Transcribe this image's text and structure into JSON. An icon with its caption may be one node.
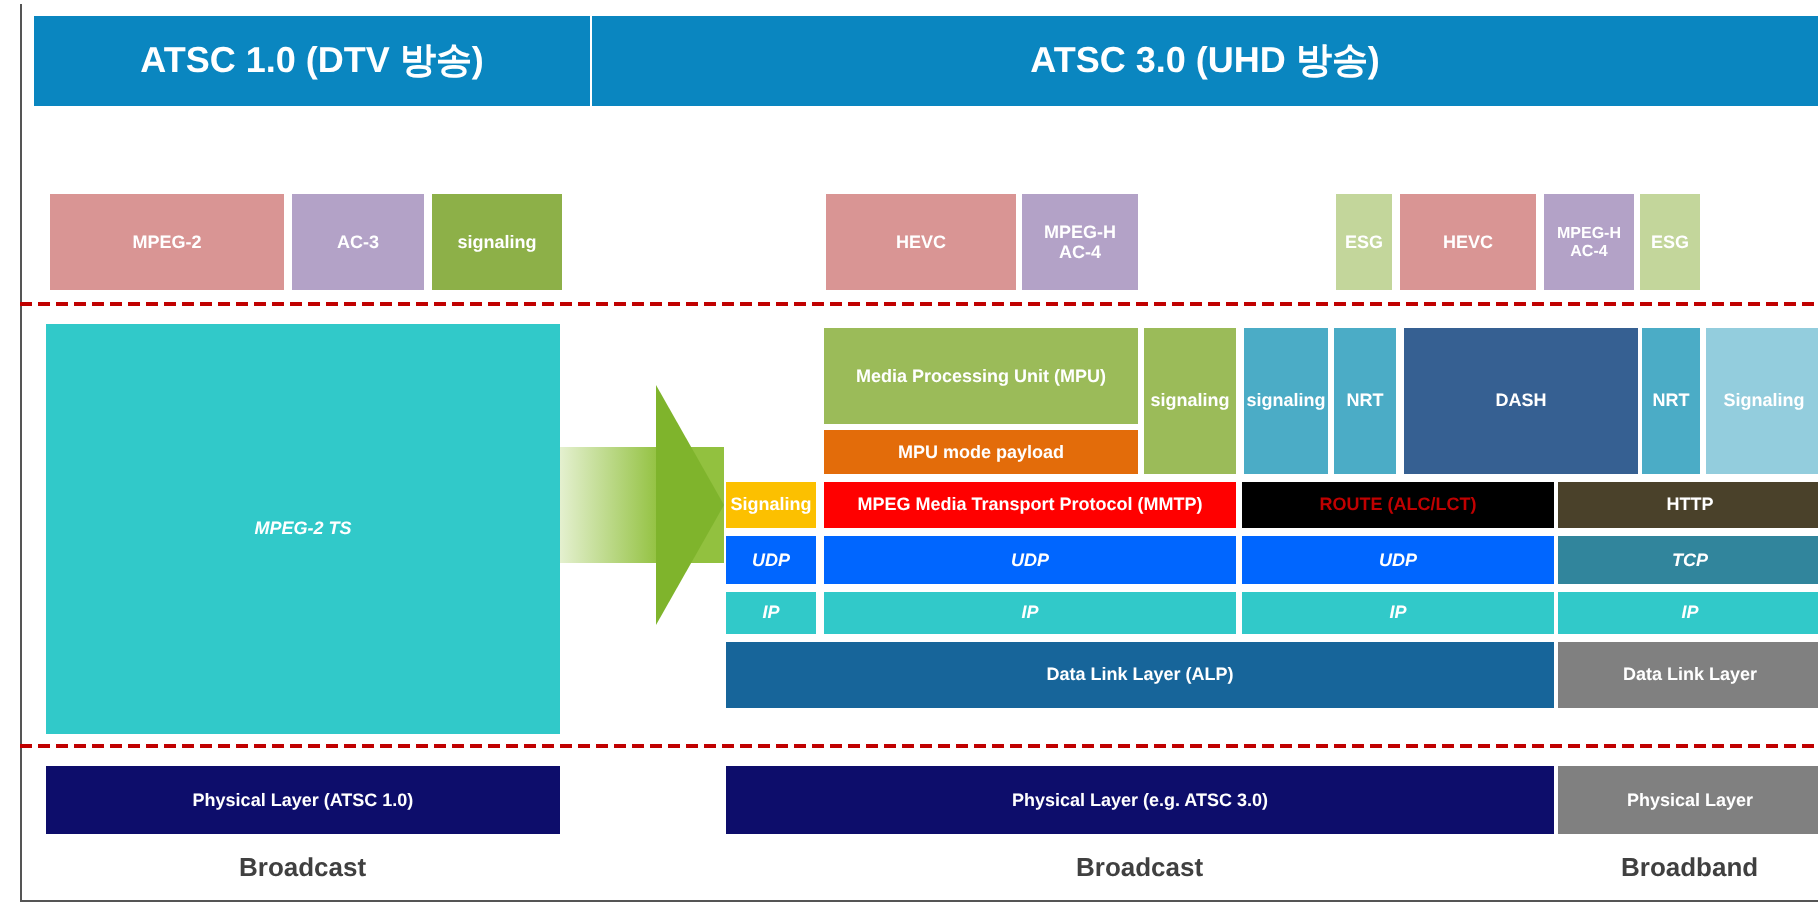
{
  "diagram": {
    "nodes": [
      {
        "text": [
          "ATSC 1.0 (DTV 방송)"
        ]
      },
      {
        "text": [
          "ATSC 3.0 (UHD 방송)"
        ]
      },
      {
        "text": [
          "MPEG-2"
        ]
      },
      {
        "text": [
          "AC-3"
        ]
      },
      {
        "text": [
          "signaling"
        ]
      },
      {
        "text": [
          "HEVC"
        ]
      },
      {
        "text": [
          "MPEG-H AC-4"
        ]
      },
      {
        "text": [
          "ESG"
        ]
      },
      {
        "text": [
          "HEVC"
        ]
      },
      {
        "text": [
          "MPEG-H AC-4"
        ]
      },
      {
        "text": [
          "ESG"
        ]
      },
      {
        "text": [
          "MPEG-2 TS"
        ]
      },
      {
        "text": [
          "Media Processing Unit (MPU)"
        ]
      },
      {
        "text": [
          "MPU mode payload"
        ]
      },
      {
        "text": [
          "signaling"
        ]
      },
      {
        "text": [
          "signaling"
        ]
      },
      {
        "text": [
          "NRT"
        ]
      },
      {
        "text": [
          "DASH"
        ]
      },
      {
        "text": [
          "NRT"
        ]
      },
      {
        "text": [
          "Signaling"
        ]
      },
      {
        "text": [
          "Signaling"
        ]
      },
      {
        "text": [
          "MPEG Media Transport Protocol (MMTP)"
        ]
      },
      {
        "text": [
          "ROUTE (ALC/LCT)"
        ]
      },
      {
        "text": [
          "HTTP"
        ]
      },
      {
        "text": [
          "UDP"
        ]
      },
      {
        "text": [
          "UDP"
        ]
      },
      {
        "text": [
          "UDP"
        ]
      },
      {
        "text": [
          "TCP"
        ]
      },
      {
        "text": [
          "IP"
        ]
      },
      {
        "text": [
          "IP"
        ]
      },
      {
        "text": [
          "IP"
        ]
      },
      {
        "text": [
          "IP"
        ]
      },
      {
        "text": [
          "Data Link Layer (ALP)"
        ]
      },
      {
        "text": [
          "Data Link Layer"
        ]
      },
      {
        "text": [
          "Physical Layer (ATSC 1.0)"
        ],
        "beside": [
          "Broadcast"
        ]
      },
      {
        "text": [
          "Physical Layer (e.g. ATSC 3.0)"
        ],
        "beside": [
          "Broadcast"
        ]
      },
      {
        "text": [
          "Physical Layer"
        ],
        "beside": [
          "Broadband"
        ]
      }
    ],
    "edges": [
      {
        "from": 11,
        "to": 20,
        "arrow": "to"
      }
    ]
  }
}
